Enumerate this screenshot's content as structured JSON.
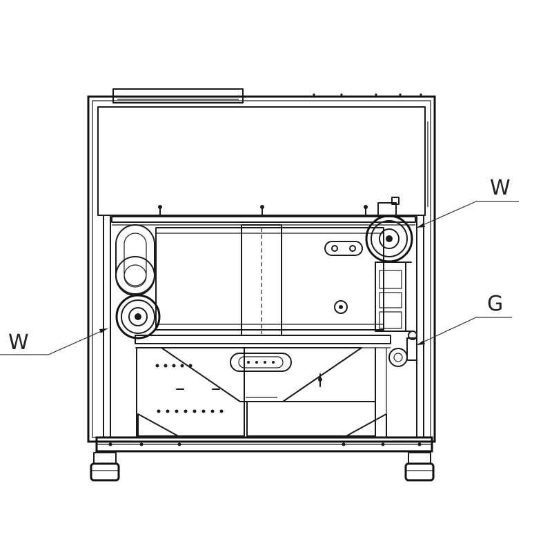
{
  "callouts": {
    "w_right": "W",
    "w_left": "W",
    "g_right": "G"
  }
}
